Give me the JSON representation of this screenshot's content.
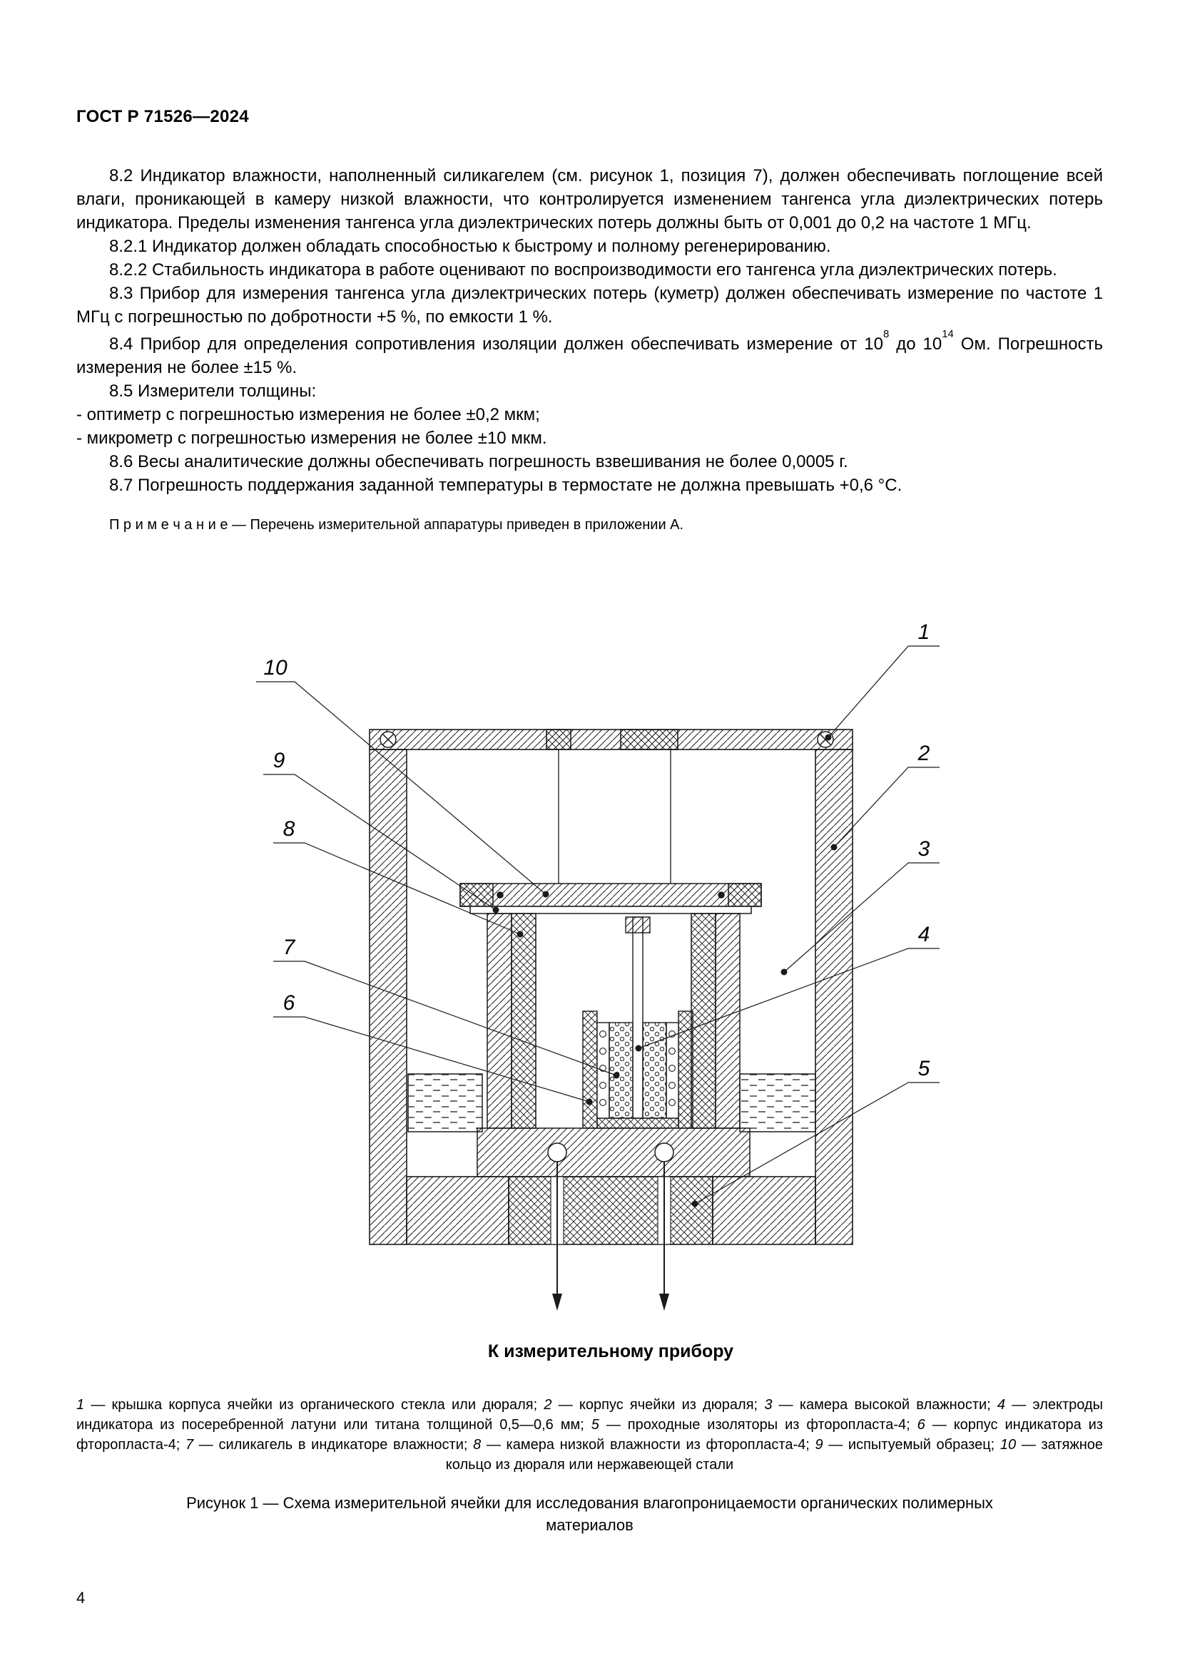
{
  "header": {
    "doc_number": "ГОСТ Р 71526—2024"
  },
  "body": {
    "p_8_2": "8.2 Индикатор влажности, наполненный силикагелем (см. рисунок 1, позиция 7), должен обеспечивать поглощение всей влаги, проникающей в камеру низкой влажности, что контролируется изменением тангенса угла диэлектрических потерь индикатора. Пределы изменения тангенса угла диэлектрических потерь должны быть от 0,001 до 0,2 на частоте 1 МГц.",
    "p_8_2_1": "8.2.1 Индикатор должен обладать способностью к быстрому и полному регенерированию.",
    "p_8_2_2": "8.2.2 Стабильность индикатора в работе оценивают по воспроизводимости его тангенса угла диэлектрических потерь.",
    "p_8_3": "8.3 Прибор для измерения тангенса угла диэлектрических потерь (куметр) должен обеспечивать измерение по частоте 1 МГц с погрешностью по добротности +5 %, по емкости 1 %.",
    "p_8_4_pre": "8.4 Прибор для определения сопротивления изоляции должен обеспечивать измерение от 10",
    "p_8_4_sup1": "8",
    "p_8_4_mid": " до 10",
    "p_8_4_sup2": "14",
    "p_8_4_post": " Ом. Погрешность измерения не более ±15 %.",
    "p_8_5": "8.5 Измерители толщины:",
    "li_1": "- оптиметр с погрешностью измерения не более ±0,2 мкм;",
    "li_2": "- микрометр с погрешностью измерения не более ±10 мкм.",
    "p_8_6": "8.6 Весы аналитические должны обеспечивать погрешность взвешивания не более 0,0005 г.",
    "p_8_7": "8.7 Погрешность поддержания заданной температуры в термостате не должна превышать +0,6 °С.",
    "note_label": "П р и м е ч а н и е",
    "note_text": "— Перечень измерительной аппаратуры приведен в приложении А."
  },
  "figure": {
    "callouts": {
      "c1": "1",
      "c2": "2",
      "c3": "3",
      "c4": "4",
      "c5": "5",
      "c6": "6",
      "c7": "7",
      "c8": "8",
      "c9": "9",
      "c10": "10"
    },
    "arrow_label": "К измерительному прибору",
    "legend": [
      {
        "n": "1",
        "t": " — крышка корпуса ячейки из органического стекла или дюраля; "
      },
      {
        "n": "2",
        "t": " — корпус ячейки из дюраля; "
      },
      {
        "n": "3",
        "t": " — камера высокой влажности; "
      },
      {
        "n": "4",
        "t": " — электроды индикатора из посеребренной латуни или титана толщиной 0,5—0,6 мм; "
      },
      {
        "n": "5",
        "t": " — проходные изоляторы из фторопласта-4; "
      },
      {
        "n": "6",
        "t": " — корпус индикатора из фторопласта-4; "
      },
      {
        "n": "7",
        "t": " — силикагель в индикаторе влажности; "
      },
      {
        "n": "8",
        "t": " — камера низкой влажности из фторопласта-4; "
      },
      {
        "n": "9",
        "t": " — испытуемый образец; "
      },
      {
        "n": "10",
        "t": " — затяжное кольцо из дюраля или нержавеющей стали"
      }
    ],
    "caption": "Рисунок 1 — Схема измерительной ячейки для исследования влагопроницаемости органических полимерных материалов"
  },
  "footer": {
    "page_number": "4"
  }
}
